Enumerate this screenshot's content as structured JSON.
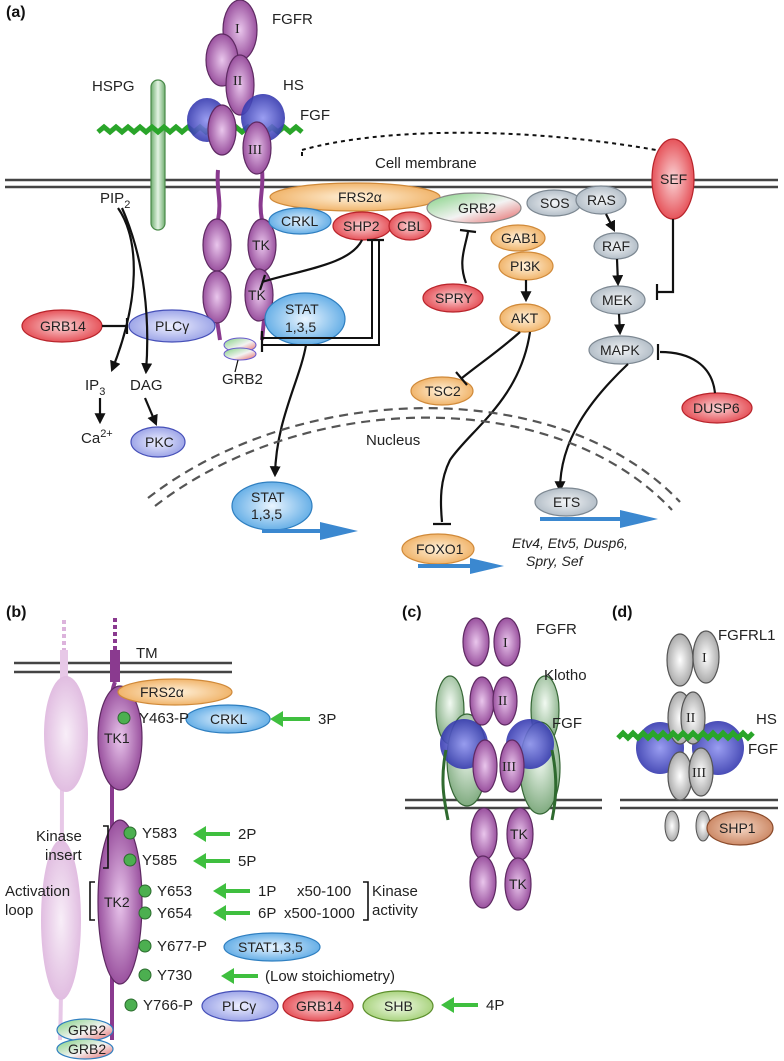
{
  "colors": {
    "fgfr_purple": "#8a3a8f",
    "fgf_blue": "#3b3fbf",
    "hs_green": "#2aa52a",
    "red_node": "#e8434a",
    "orange_node": "#f0b060",
    "blue_node": "#5aa9e6",
    "grey_node": "#b9c3cc",
    "arrow_blue": "#3b88d0",
    "arrow_green": "#3fbf3f"
  },
  "panel_a": {
    "label": "(a)",
    "receptor": "FGFR",
    "hspg": "HSPG",
    "hs": "HS",
    "fgf": "FGF",
    "cell_membrane": "Cell membrane",
    "nucleus": "Nucleus",
    "pip2": "PIP",
    "pip2_sub": "2",
    "ip3": "IP",
    "ip3_sub": "3",
    "dag": "DAG",
    "ca": "Ca",
    "ca_sup": "2+",
    "domains": [
      "I",
      "II",
      "III",
      "TK",
      "TK"
    ],
    "nodes": {
      "frs2a": "FRS2α",
      "crkl": "CRKL",
      "shp2": "SHP2",
      "cbl": "CBL",
      "grb2": "GRB2",
      "grb2_dock": "GRB2",
      "sos": "SOS",
      "ras": "RAS",
      "raf": "RAF",
      "mek": "MEK",
      "mapk": "MAPK",
      "sef": "SEF",
      "gab1": "GAB1",
      "pi3k": "PI3K",
      "akt": "AKT",
      "spry": "SPRY",
      "tsc2": "TSC2",
      "dusp6": "DUSP6",
      "stat": "STAT",
      "stat_sub": "1,3,5",
      "grb14": "GRB14",
      "plcg": "PLCγ",
      "pkc": "PKC",
      "ets": "ETS",
      "foxo1": "FOXO1",
      "stat_nuc": "STAT",
      "stat_nuc_sub": "1,3,5"
    },
    "targets_line1": "Etv4, Etv5, Dusp6,",
    "targets_line2": "Spry, Sef"
  },
  "panel_b": {
    "label": "(b)",
    "tm": "TM",
    "frs2a": "FRS2α",
    "crkl": "CRKL",
    "tk1": "TK1",
    "tk2": "TK2",
    "kinase_insert_1": "Kinase",
    "kinase_insert_2": "insert",
    "activation_loop_1": "Activation",
    "activation_loop_2": "loop",
    "kinase_activity_1": "Kinase",
    "kinase_activity_2": "activity",
    "stat": "STAT1,3,5",
    "plcg": "PLCγ",
    "grb14": "GRB14",
    "shb": "SHB",
    "grb2_a": "GRB2",
    "grb2_b": "GRB2",
    "sites": [
      {
        "site": "Y463-P",
        "order": "3P",
        "fold": ""
      },
      {
        "site": "Y583",
        "order": "2P",
        "fold": ""
      },
      {
        "site": "Y585",
        "order": "5P",
        "fold": ""
      },
      {
        "site": "Y653",
        "order": "1P",
        "fold": "x50-100"
      },
      {
        "site": "Y654",
        "order": "6P",
        "fold": "x500-1000"
      },
      {
        "site": "Y677-P",
        "order": "",
        "fold": ""
      },
      {
        "site": "Y730",
        "order": "(Low stoichiometry)",
        "fold": ""
      },
      {
        "site": "Y766-P",
        "order": "4P",
        "fold": ""
      }
    ]
  },
  "panel_c": {
    "label": "(c)",
    "fgfr": "FGFR",
    "klotho": "Klotho",
    "fgf": "FGF",
    "domains": [
      "I",
      "II",
      "III",
      "TK",
      "TK"
    ]
  },
  "panel_d": {
    "label": "(d)",
    "fgfrl1": "FGFRL1",
    "hs": "HS",
    "fgf": "FGF",
    "shp1": "SHP1",
    "domains": [
      "I",
      "II",
      "III"
    ]
  }
}
